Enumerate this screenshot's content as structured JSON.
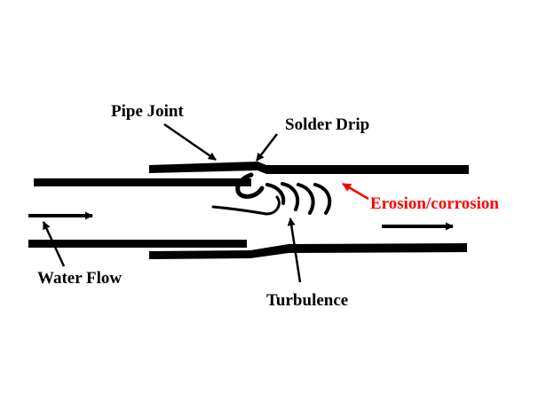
{
  "labels": {
    "pipe_joint": "Pipe Joint",
    "solder_drip": "Solder Drip",
    "erosion": "Erosion/corrosion",
    "water_flow": "Water Flow",
    "turbulence": "Turbulence"
  },
  "colors": {
    "ink": "#000000",
    "highlight": "#ff0000",
    "background": "#ffffff"
  }
}
